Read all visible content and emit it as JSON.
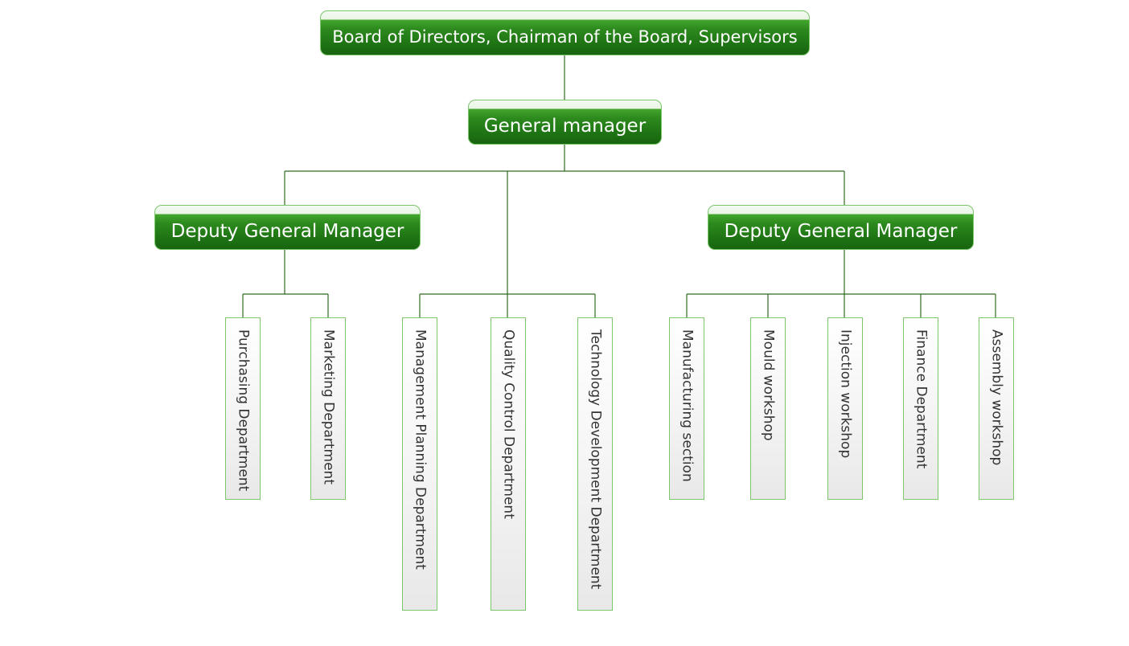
{
  "diagram": {
    "board": "Board of Directors, Chairman of the Board, Supervisors",
    "general_manager": "General manager",
    "deputy_left": "Deputy General Manager",
    "deputy_right": "Deputy General Manager",
    "departments": {
      "purchasing": "Purchasing Department",
      "marketing": "Marketing Department",
      "management_planning": "Management Planning Department",
      "quality_control": "Quality Control Department",
      "technology_development": "Technology Development Department",
      "manufacturing": "Manufacturing section",
      "mould": "Mould workshop",
      "injection": "Injection workshop",
      "finance": "Finance Department",
      "assembly": "Assembly workshop"
    }
  },
  "colors": {
    "node_fill": "#1f7414",
    "node_border": "#7cc66c",
    "connector": "#2e6b22",
    "dept_text": "#333333"
  }
}
